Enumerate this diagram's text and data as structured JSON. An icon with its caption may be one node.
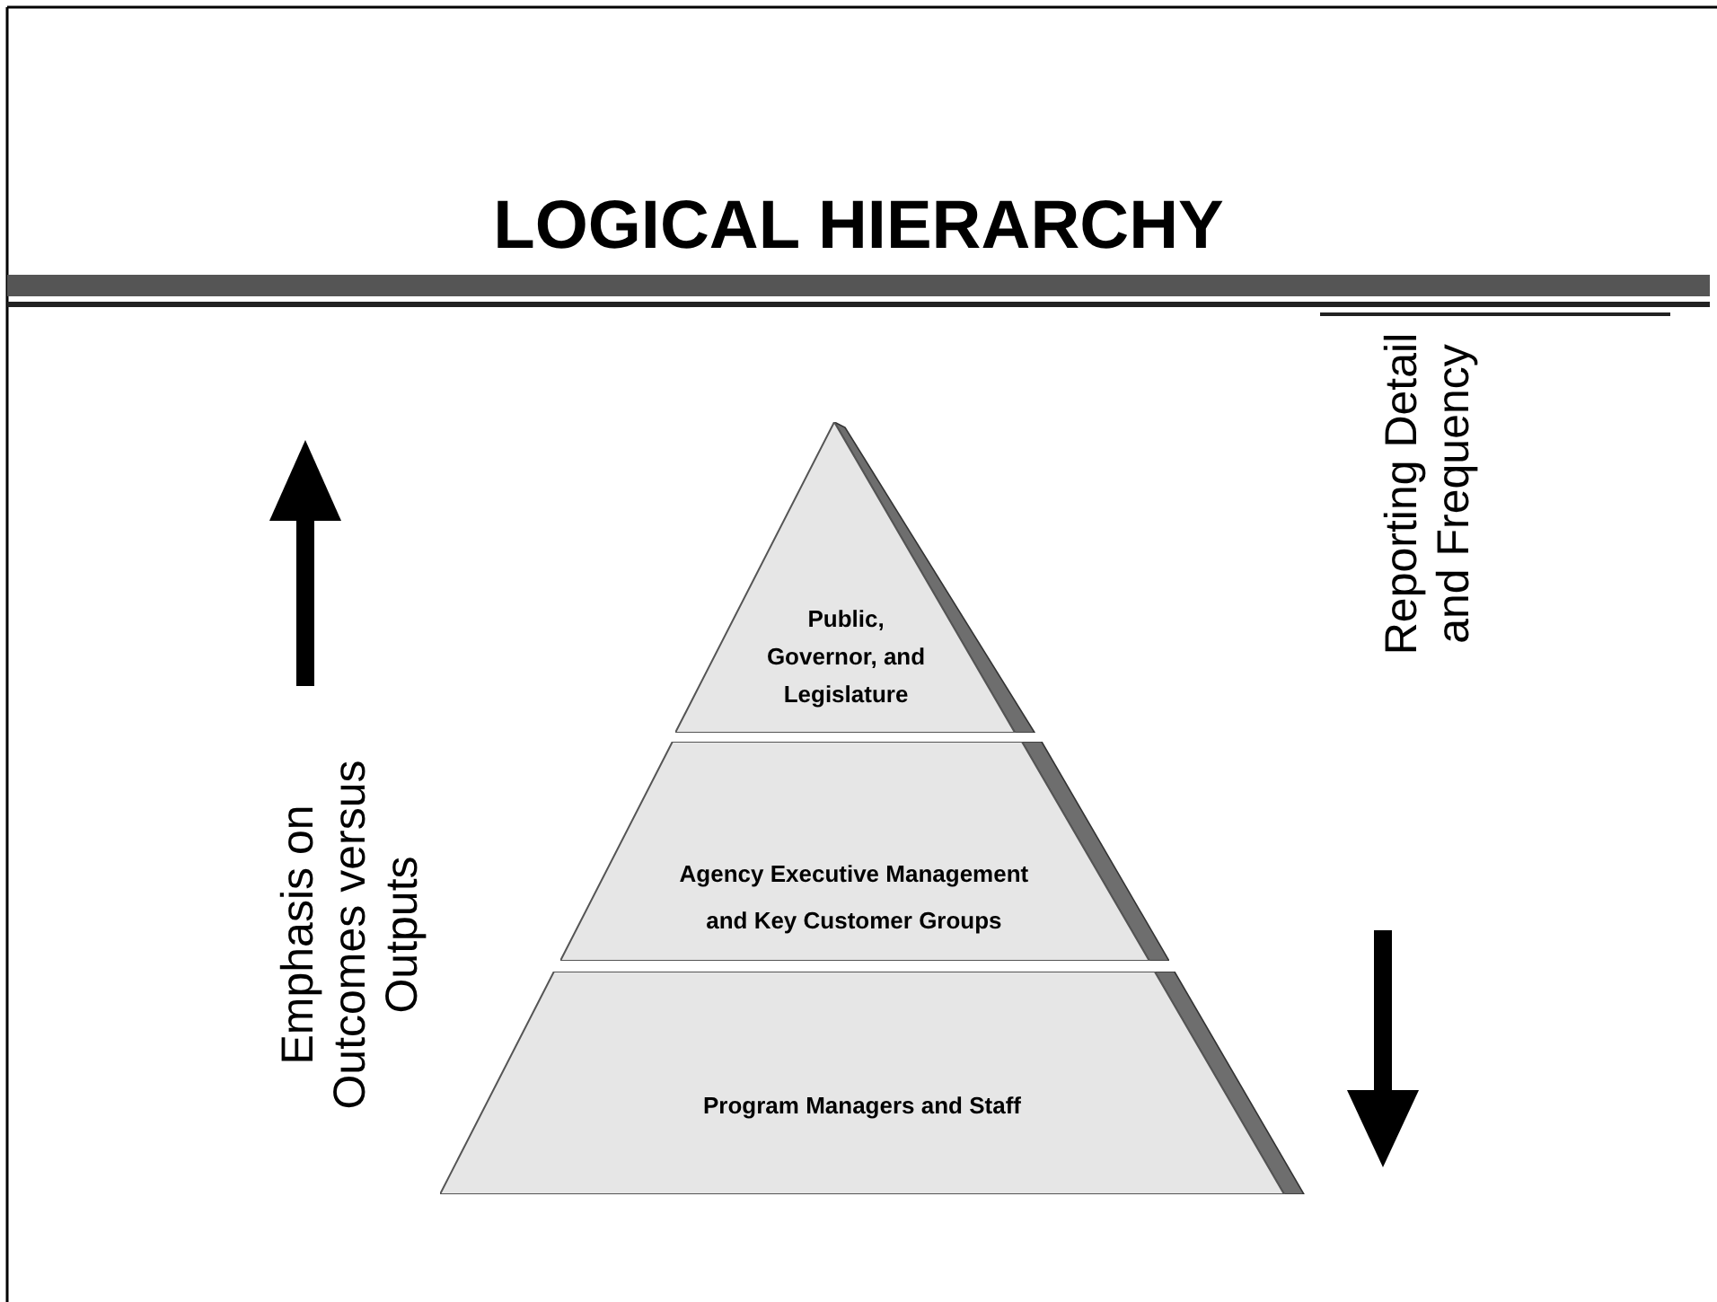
{
  "diagram": {
    "title": "LOGICAL HIERARCHY",
    "nodes": [
      {
        "text": [
          "Public, Governor, and Legislature"
        ]
      },
      {
        "text": [
          "Agency Executive Management and Key Customer Groups"
        ]
      },
      {
        "text": [
          "Program Managers and Staff"
        ]
      }
    ],
    "labels": [
      "Emphasis on Outcomes versus Outputs",
      "Reporting Detail and Frequency"
    ]
  }
}
